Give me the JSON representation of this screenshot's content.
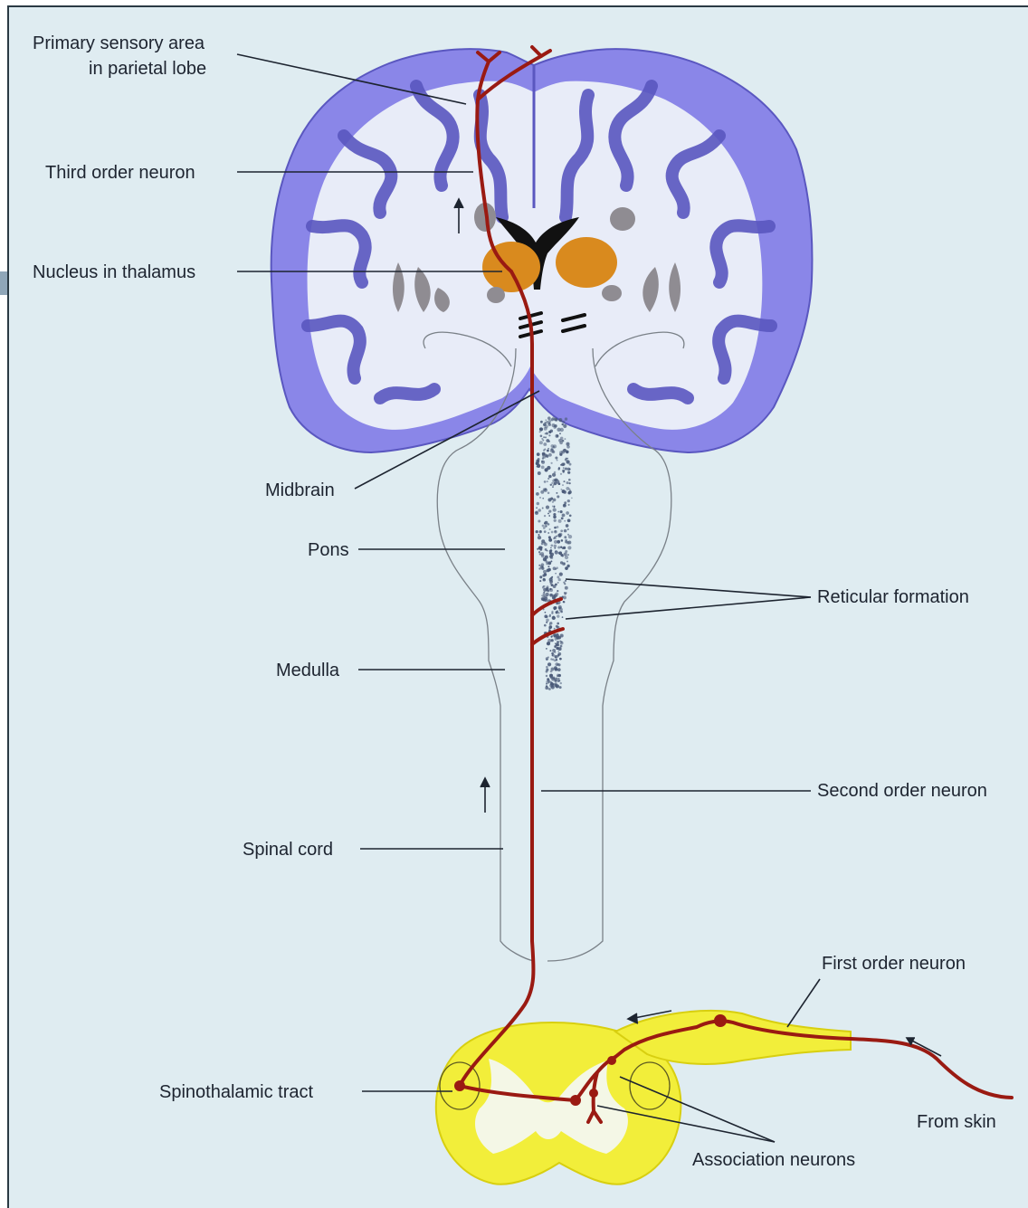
{
  "colors": {
    "background": "#dfecf1",
    "cortex": "#8a86e8",
    "white_matter": "#e8ecf8",
    "neuron_path": "#9a1a12",
    "thalamus": "#d98a1e",
    "spinal_section": "#f2ee3a",
    "basal_nuclei": "#8f8c92",
    "ventricle": "#111111"
  },
  "labels": {
    "primary_sensory_line1": "Primary sensory area",
    "primary_sensory_line2": "in parietal lobe",
    "third_order": "Third order neuron",
    "thalamus_nucleus": "Nucleus in thalamus",
    "midbrain": "Midbrain",
    "pons": "Pons",
    "reticular": "Reticular formation",
    "medulla": "Medulla",
    "second_order": "Second order neuron",
    "spinal_cord": "Spinal cord",
    "first_order": "First order neuron",
    "spinothalamic": "Spinothalamic tract",
    "from_skin": "From skin",
    "association": "Association neurons"
  },
  "icons": [
    "up-arrow-icon",
    "left-arrow-icon"
  ]
}
